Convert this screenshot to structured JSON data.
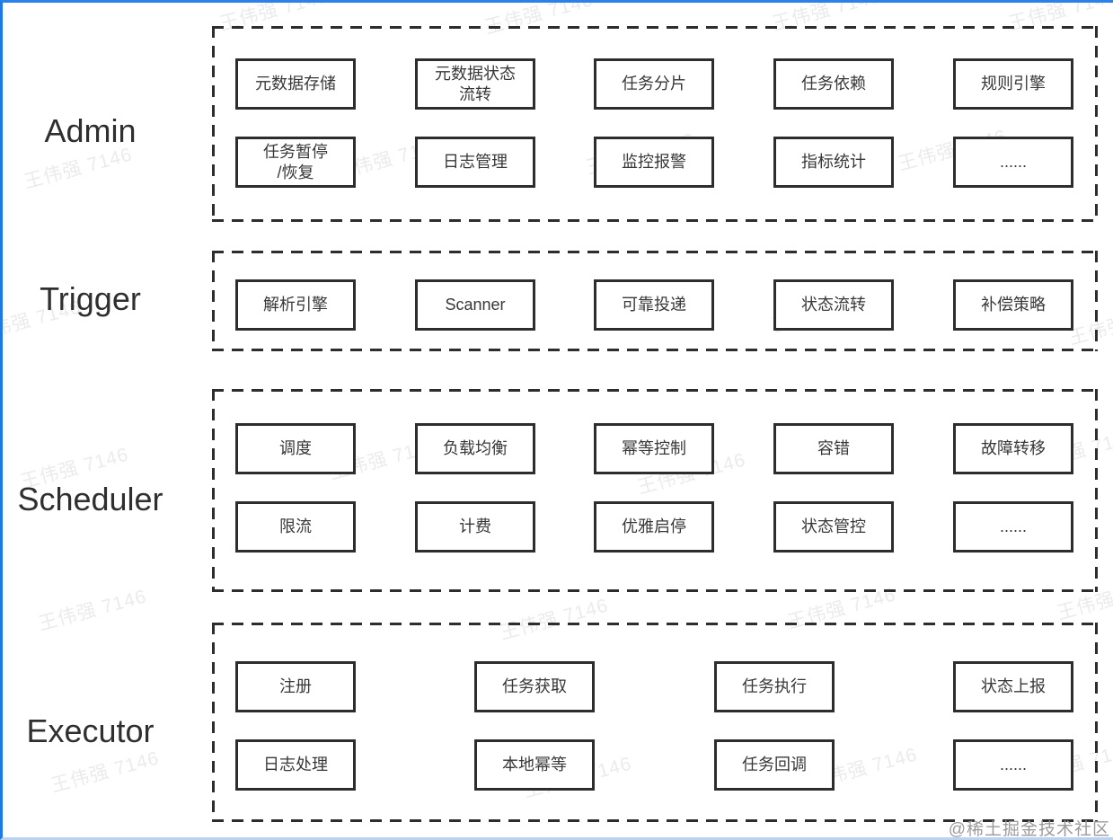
{
  "page": {
    "watermark_text": "王伟强 7146",
    "credit_text": "@稀土掘金技术社区"
  },
  "colors": {
    "accent_blue": "#1d78e9",
    "bottom_blue": "#b9d2f2",
    "line_dark": "#2d2d2d",
    "watermark_gray": "#ebebee",
    "credit_gray": "#9b9b9b"
  },
  "sections": [
    {
      "label": "Admin",
      "rows": [
        [
          "元数据存储",
          "元数据状态\n流转",
          "任务分片",
          "任务依赖",
          "规则引擎"
        ],
        [
          "任务暂停\n/恢复",
          "日志管理",
          "监控报警",
          "指标统计",
          "......"
        ]
      ]
    },
    {
      "label": "Trigger",
      "rows": [
        [
          "解析引擎",
          "Scanner",
          "可靠投递",
          "状态流转",
          "补偿策略"
        ]
      ]
    },
    {
      "label": "Scheduler",
      "rows": [
        [
          "调度",
          "负载均衡",
          "幂等控制",
          "容错",
          "故障转移"
        ],
        [
          "限流",
          "计费",
          "优雅启停",
          "状态管控",
          "......"
        ]
      ]
    },
    {
      "label": "Executor",
      "rows": [
        [
          "注册",
          "任务获取",
          "任务执行",
          "状态上报"
        ],
        [
          "日志处理",
          "本地幂等",
          "任务回调",
          "......"
        ]
      ]
    }
  ]
}
